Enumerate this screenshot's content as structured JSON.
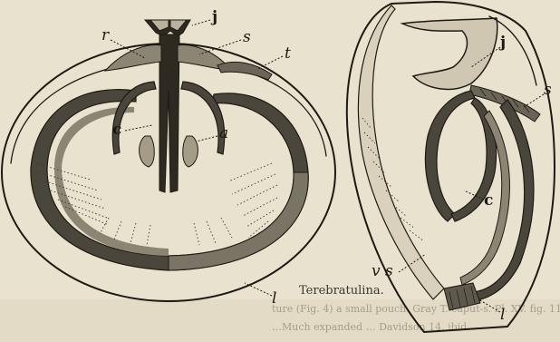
{
  "figure_left": {
    "labels": {
      "j": "j",
      "r": "r",
      "s": "s",
      "t": "t",
      "c": "c",
      "a": "a",
      "l": "l"
    }
  },
  "figure_right": {
    "labels": {
      "j": "j",
      "s": "s",
      "c": "c",
      "vs": "v s",
      "l": "l"
    }
  },
  "caption": {
    "heading": "Terebratulina.",
    "bleed_line_1": "ture (Fig. 4) a small pouch. Gray T. caput-s. Pl. XV. fig. 11.",
    "bleed_line_2": "…Much expanded … Davidson 14, ibid."
  }
}
